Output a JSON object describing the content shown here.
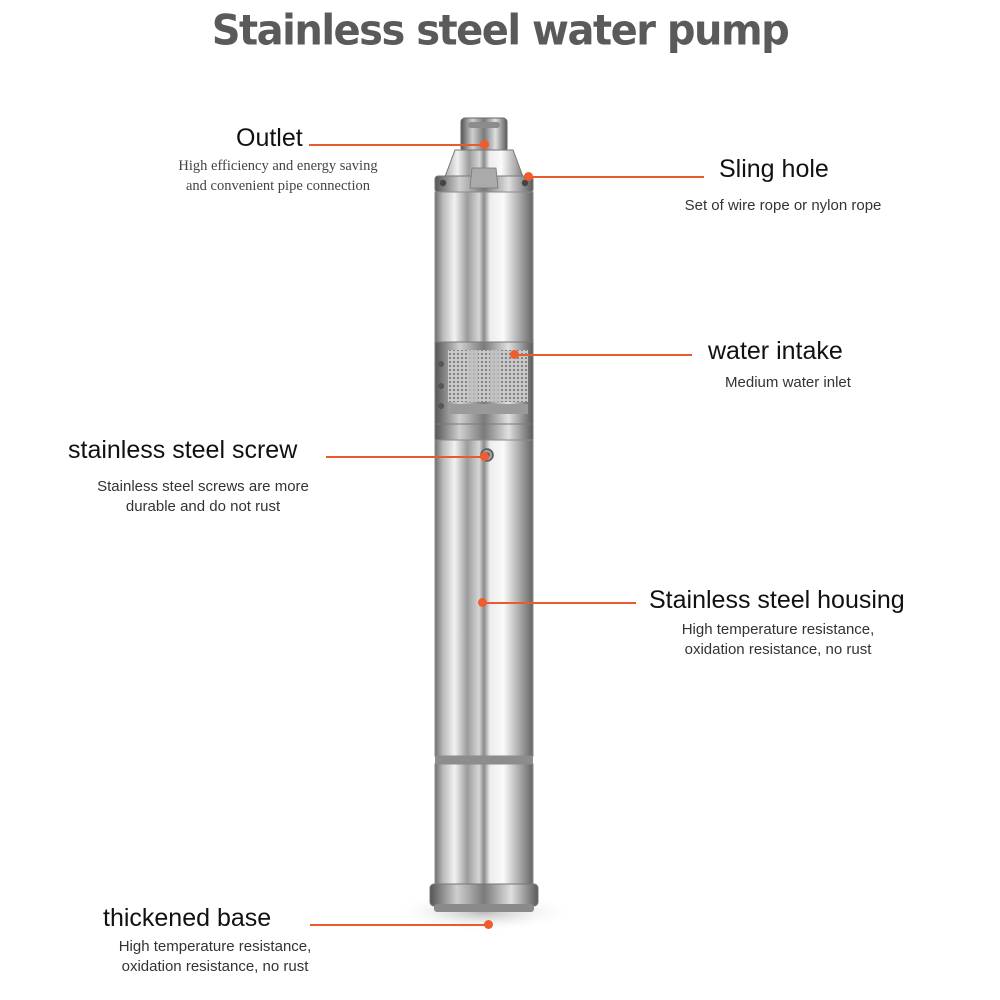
{
  "title": "Stainless steel water pump",
  "colors": {
    "accent": "#ee5c30",
    "title": "#5a5a5a"
  },
  "callouts": {
    "outlet": {
      "label": "Outlet",
      "desc": [
        "High efficiency and energy saving",
        "and convenient pipe connection"
      ]
    },
    "sling_hole": {
      "label": "Sling hole",
      "desc": [
        "Set of wire rope or nylon rope"
      ]
    },
    "water_intake": {
      "label": "water intake",
      "desc": [
        "Medium water inlet"
      ]
    },
    "screw": {
      "label": "stainless steel screw",
      "desc": [
        "Stainless steel screws are more",
        "durable and do not rust"
      ]
    },
    "housing": {
      "label": "Stainless steel housing",
      "desc": [
        "High temperature resistance,",
        "oxidation resistance, no rust"
      ]
    },
    "base": {
      "label": "thickened base",
      "desc": [
        "High temperature resistance,",
        "oxidation resistance, no rust"
      ]
    }
  }
}
